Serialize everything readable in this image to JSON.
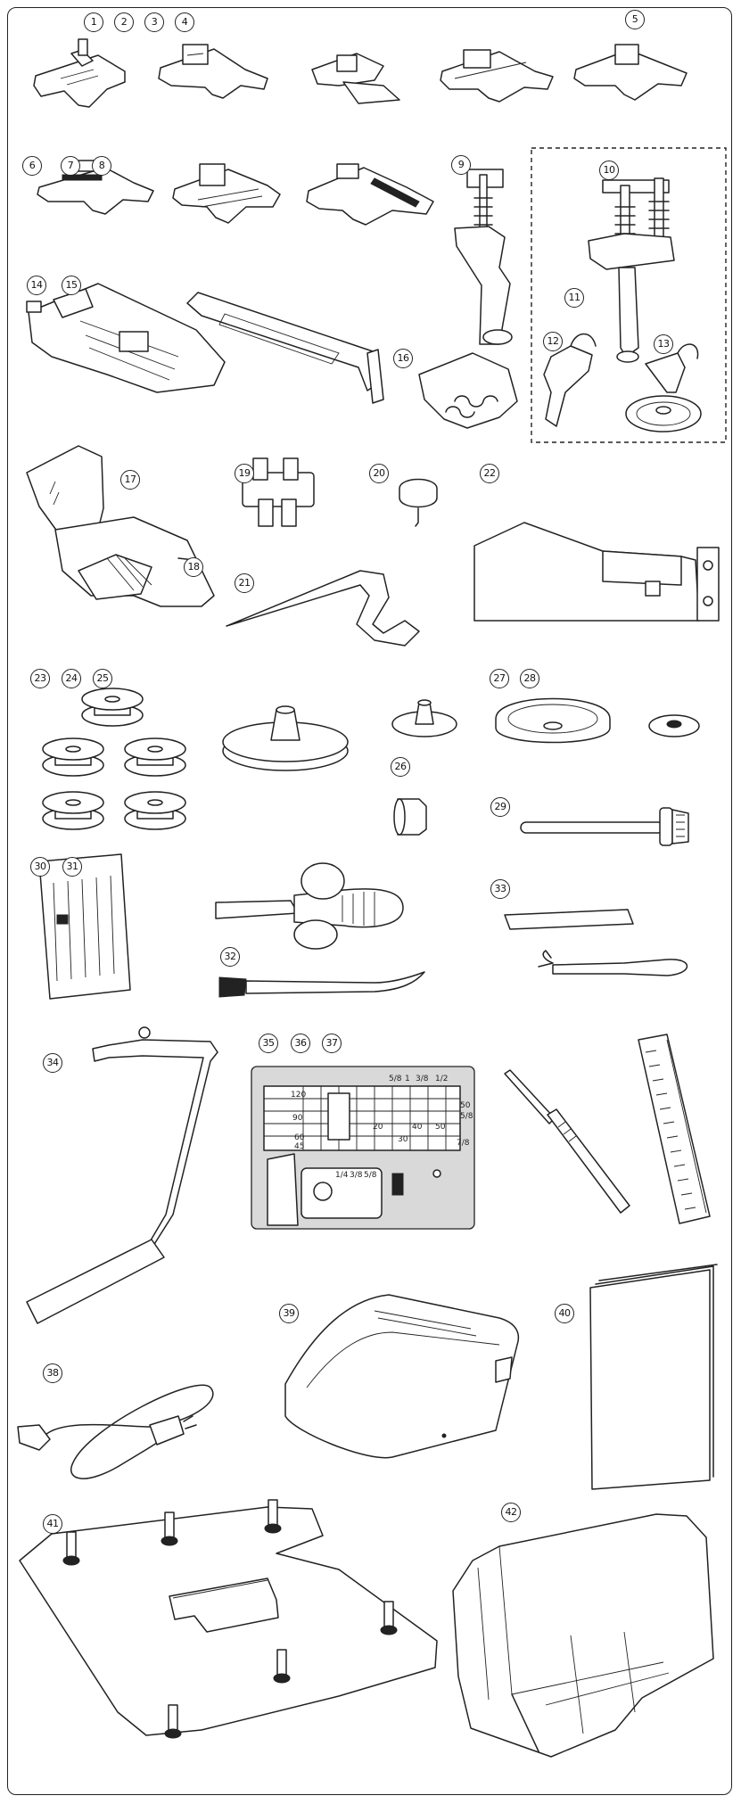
{
  "labels": [
    "1",
    "2",
    "3",
    "4",
    "5",
    "6",
    "7",
    "8",
    "9",
    "10",
    "11",
    "12",
    "13",
    "14",
    "15",
    "16",
    "17",
    "18",
    "19",
    "20",
    "21",
    "22",
    "23",
    "24",
    "25",
    "26",
    "27",
    "28",
    "29",
    "30",
    "31",
    "32",
    "33",
    "34",
    "35",
    "36",
    "37",
    "38",
    "39",
    "40",
    "41",
    "42"
  ],
  "plate_marks": {
    "top_row": [
      "5/8",
      "1",
      "3/8",
      "1/2"
    ],
    "left_col": [
      "120",
      "90",
      "60",
      "45"
    ],
    "right_col": [
      "50",
      "5/8",
      "7/8"
    ],
    "grid_row1": [
      "20",
      "40",
      "50"
    ],
    "grid_row2": [
      "30"
    ],
    "insert_row": [
      "1/4",
      "3/8",
      "5/8"
    ]
  }
}
